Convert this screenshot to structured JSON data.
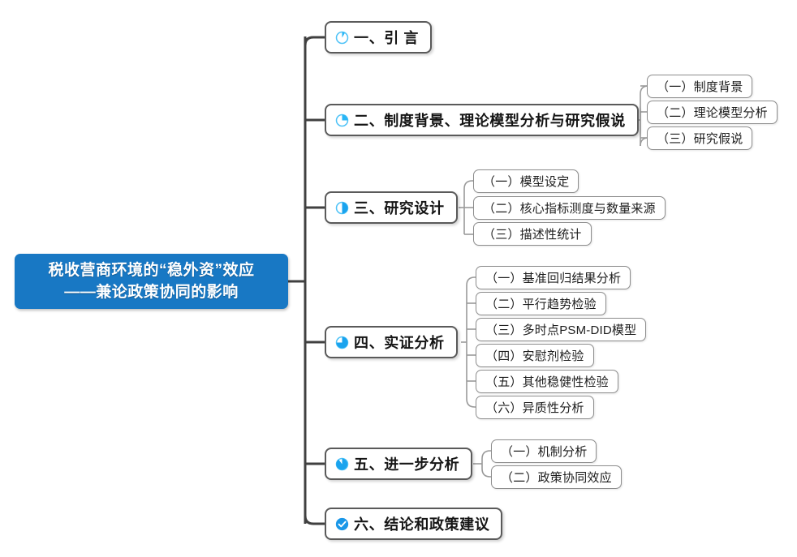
{
  "document": {
    "type": "mind-map",
    "title": "税收营商环境的“稳外资”效应——兼论政策协同的影响"
  },
  "root": {
    "label": "税收营商环境的“稳外资”效应\n——兼论政策协同的影响",
    "color": "#1878c4",
    "text_color": "#ffffff"
  },
  "colors": {
    "accent": "#1878c4",
    "icon_blue": "#22a7f0",
    "branch_line": "#404040",
    "leaf_line": "#9a9a9a",
    "node_border": "#5a5a5a",
    "leaf_border": "#8d8d8d",
    "canvas": "#ffffff"
  },
  "branches": [
    {
      "id": "b1",
      "label": "一、引  言",
      "icon": "pie-progress-icon",
      "progress": 8,
      "children": []
    },
    {
      "id": "b2",
      "label": "二、制度背景、理论模型分析与研究假说",
      "icon": "pie-progress-icon",
      "progress": 25,
      "children": [
        {
          "id": "b2c1",
          "label": "（一）制度背景"
        },
        {
          "id": "b2c2",
          "label": "（二）理论模型分析"
        },
        {
          "id": "b2c3",
          "label": "（三）研究假说"
        }
      ]
    },
    {
      "id": "b3",
      "label": "三、研究设计",
      "icon": "pie-progress-icon",
      "progress": 50,
      "children": [
        {
          "id": "b3c1",
          "label": "（一）模型设定"
        },
        {
          "id": "b3c2",
          "label": "（二）核心指标测度与数量来源"
        },
        {
          "id": "b3c3",
          "label": "（三）描述性统计"
        }
      ]
    },
    {
      "id": "b4",
      "label": "四、实证分析",
      "icon": "pie-progress-icon",
      "progress": 75,
      "children": [
        {
          "id": "b4c1",
          "label": "（一）基准回归结果分析"
        },
        {
          "id": "b4c2",
          "label": "（二）平行趋势检验"
        },
        {
          "id": "b4c3",
          "label": "（三）多时点PSM-DID模型"
        },
        {
          "id": "b4c4",
          "label": "（四）安慰剂检验"
        },
        {
          "id": "b4c5",
          "label": "（五）其他稳健性检验"
        },
        {
          "id": "b4c6",
          "label": "（六）异质性分析"
        }
      ]
    },
    {
      "id": "b5",
      "label": "五、进一步分析",
      "icon": "pie-progress-icon",
      "progress": 90,
      "children": [
        {
          "id": "b5c1",
          "label": "（一）机制分析"
        },
        {
          "id": "b5c2",
          "label": "（二）政策协同效应"
        }
      ]
    },
    {
      "id": "b6",
      "label": "六、结论和政策建议",
      "icon": "check-circle-icon",
      "progress": 100,
      "children": []
    }
  ]
}
